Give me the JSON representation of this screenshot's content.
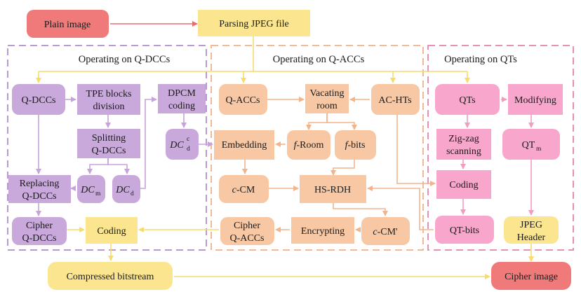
{
  "colors": {
    "red": "#f07a7a",
    "yellow": "#fbe68f",
    "purple": "#c9a8dc",
    "orange": "#f8c8a4",
    "pink": "#f9a6cc",
    "dash_purple": "#b79ad0",
    "dash_orange": "#f2b994",
    "dash_pink": "#ec8fb8",
    "arrow_purple": "#c8a2dc",
    "arrow_orange": "#f3b48c",
    "arrow_pink": "#f39cc2",
    "arrow_yellow": "#f6dc6c",
    "arrow_red": "#ea6d6d"
  },
  "sections": {
    "qdcc": "Operating on Q-DCCs",
    "qacc": "Operating on Q-ACCs",
    "qt": "Operating on QTs"
  },
  "nodes": {
    "plain_image": "Plain image",
    "parsing_jpeg": "Parsing JPEG file",
    "q_dccs": "Q-DCCs",
    "tpe_blocks_division_1": "TPE blocks",
    "tpe_blocks_division_2": "division",
    "dpcm_coding_1": "DPCM",
    "dpcm_coding_2": "coding",
    "splitting_qdccs_1": "Splitting",
    "splitting_qdccs_2": "Q-DCCs",
    "dc_d_c_base": "DC",
    "dc_d_c_sup": "c",
    "dc_d_c_sub": "d",
    "dc_m_base": "DC",
    "dc_m_sub": "m",
    "dc_d_base": "DC",
    "dc_d_sub": "d",
    "replacing_qdccs_1": "Replacing",
    "replacing_qdccs_2": "Q-DCCs",
    "cipher_qdccs_1": "Cipher",
    "cipher_qdccs_2": "Q-DCCs",
    "coding_left": "Coding",
    "q_accs": "Q-ACCs",
    "vacating_room_1": "Vacating",
    "vacating_room_2": "room",
    "ac_hts": "AC-HTs",
    "embedding": "Embedding",
    "f_room_italic": "f",
    "f_room_rest": "-Room",
    "f_bits_italic": "f",
    "f_bits_rest": "-bits",
    "c_cm_italic": "c",
    "c_cm_rest": "-CM",
    "hs_rdh": "HS-RDH",
    "cipher_qaccs_1": "Cipher",
    "cipher_qaccs_2": "Q-ACCs",
    "encrypting": "Encrypting",
    "c_cm_prime_italic": "c",
    "c_cm_prime_rest": "-CM'",
    "qts": "QTs",
    "modifying": "Modifying",
    "zigzag_1": "Zig-zag",
    "zigzag_2": "scanning",
    "qt_m_base": "QT",
    "qt_m_sub": "m",
    "coding_right": "Coding",
    "qt_bits": "QT-bits",
    "jpeg_header_1": "JPEG",
    "jpeg_header_2": "Header",
    "compressed_bitstream": "Compressed bitstream",
    "cipher_image": "Cipher image"
  }
}
